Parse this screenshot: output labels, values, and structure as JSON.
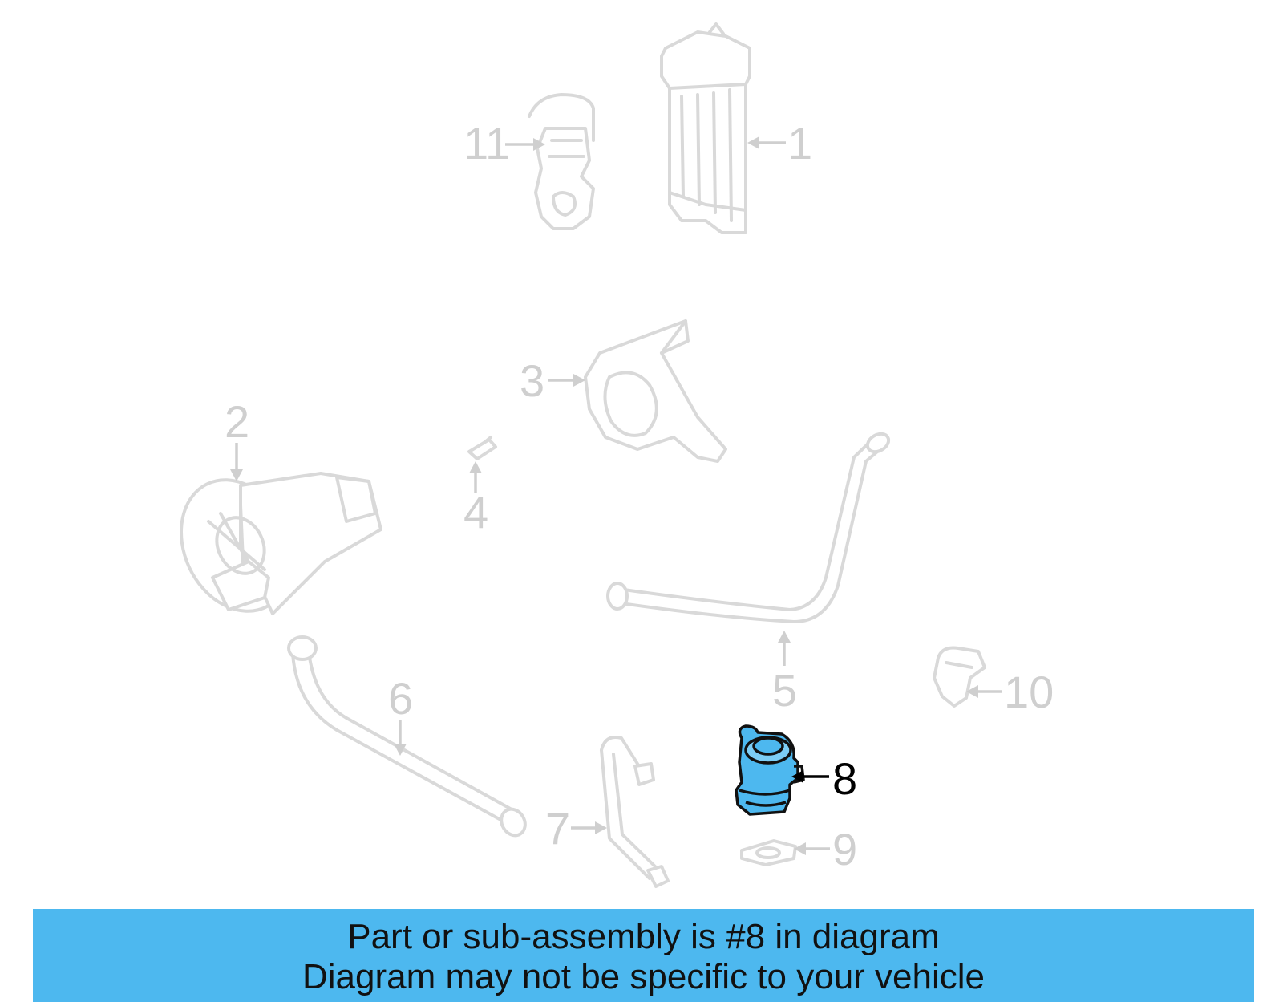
{
  "callouts": {
    "c1": "1",
    "c2": "2",
    "c3": "3",
    "c4": "4",
    "c5": "5",
    "c6": "6",
    "c7": "7",
    "c8": "8",
    "c9": "9",
    "c10": "10",
    "c11": "11"
  },
  "highlight": {
    "callout": "8",
    "color": "#4db8ef"
  },
  "banner": {
    "line1": "Part or sub-assembly is #8 in diagram",
    "line2": "Diagram may not be specific to your vehicle",
    "background": "#4db8ef"
  }
}
